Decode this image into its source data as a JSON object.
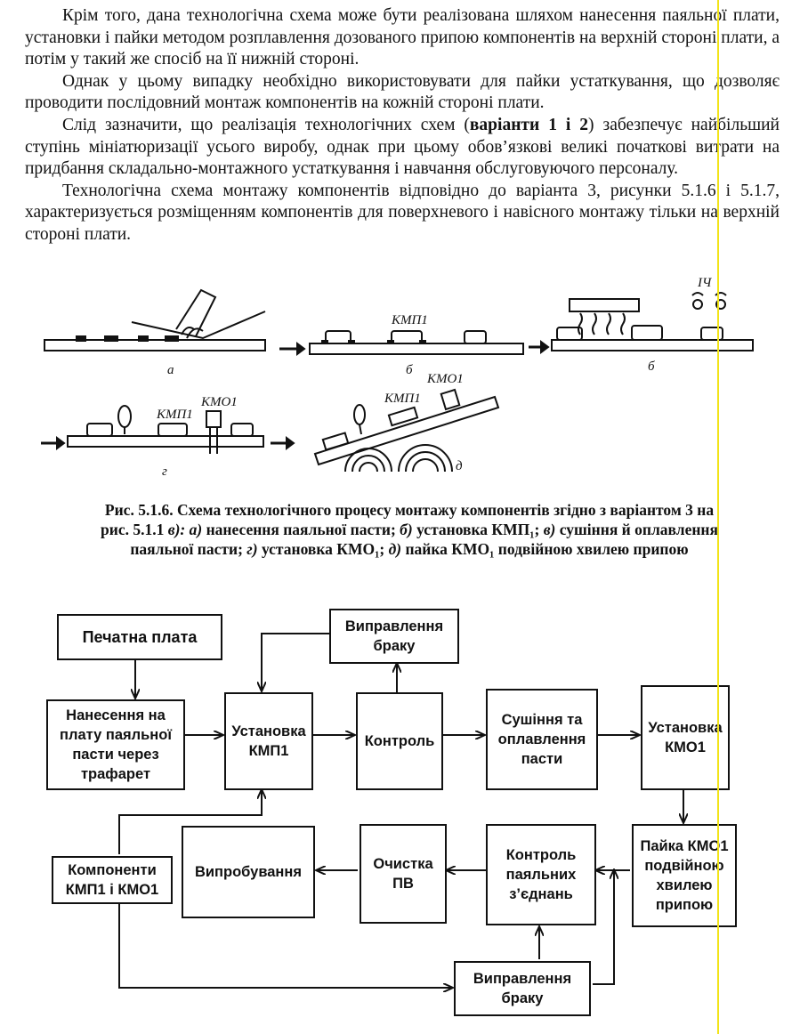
{
  "paragraphs": [
    "Крім того, дана технологічна схема може бути реалізована шляхом нанесення паяльної плати, установки і пайки методом розплавлення дозованого припою компонентів на верхній стороні плати, а потім у такий же спосіб на її нижній стороні.",
    "Однак у цьому випадку необхідно використовувати для пайки устаткування, що дозволяє проводити послідовний монтаж компонентів на кожній стороні плати.",
    {
      "before": "Слід зазначити, що реалізація технологічних схем (",
      "bold": "варіанти 1 і 2",
      "after": ") забезпечує найбільший ступінь мініатюризації усього виробу, однак при цьому обов’язкові великі початкові витрати на придбання складально-монтажного устаткування і навчання обслуговуючого персоналу."
    },
    "Технологічна схема монтажу компонентів відповідно до варіанта 3, рисунки 5.1.6 і 5.1.7, характеризується розміщенням компонентів для поверхневого і навісного монтажу тільки на верхній стороні плати."
  ],
  "figure": {
    "labels": {
      "a": "а",
      "b": "б",
      "c": "б",
      "d": "г",
      "e": "д",
      "kmp1_b": "КМП1",
      "ir": "ІЧ",
      "kmp1_d": "КМП1",
      "kmo1_d": "КМО1",
      "kmp1_e": "КМП1",
      "kmo1_e": "КМО1"
    }
  },
  "caption": {
    "line1": "Рис. 5.1.6. Схема технологічного процесу монтажу компонентів згідно з варіантом 3 на",
    "line2_prefix": "рис. 5.1.1 ",
    "line2_italic": "в): а)",
    "line2_rest": " нанесення паяльної пасти; ",
    "line2_b": "б)",
    "line2_b_text": " установка КМП₁; ",
    "line2_c": "в)",
    "line2_c_text": " сушіння й оплавлення",
    "line3_a": "паяльної пасти; ",
    "line3_g": "г)",
    "line3_g_text": " установка КМО₁; ",
    "line3_d": "д)",
    "line3_d_text": " пайка КМО₁ подвійною хвилею припою"
  },
  "flowchart": {
    "pcb": "Печатна плата",
    "apply_paste": "Нанесення на плату паяльної пасти через трафарет",
    "install_kmp": "Установка КМП1",
    "control": "Контроль",
    "fix_defects_top": "Виправлення браку",
    "dry_melt": "Сушіння та оплавлення пасти",
    "install_kmo": "Установка КМО1",
    "solder_kmo": "Пайка КМО1 подвійною хвилею припою",
    "control_joints": "Контроль паяльних з’єднань",
    "cleaning": "Очистка ПВ",
    "testing": "Випробування",
    "components": "Компоненти КМП1 і КМО1",
    "fix_defects_bottom": "Виправлення браку"
  },
  "colors": {
    "ink": "#111111",
    "yellow_mark": "#f2e419"
  }
}
